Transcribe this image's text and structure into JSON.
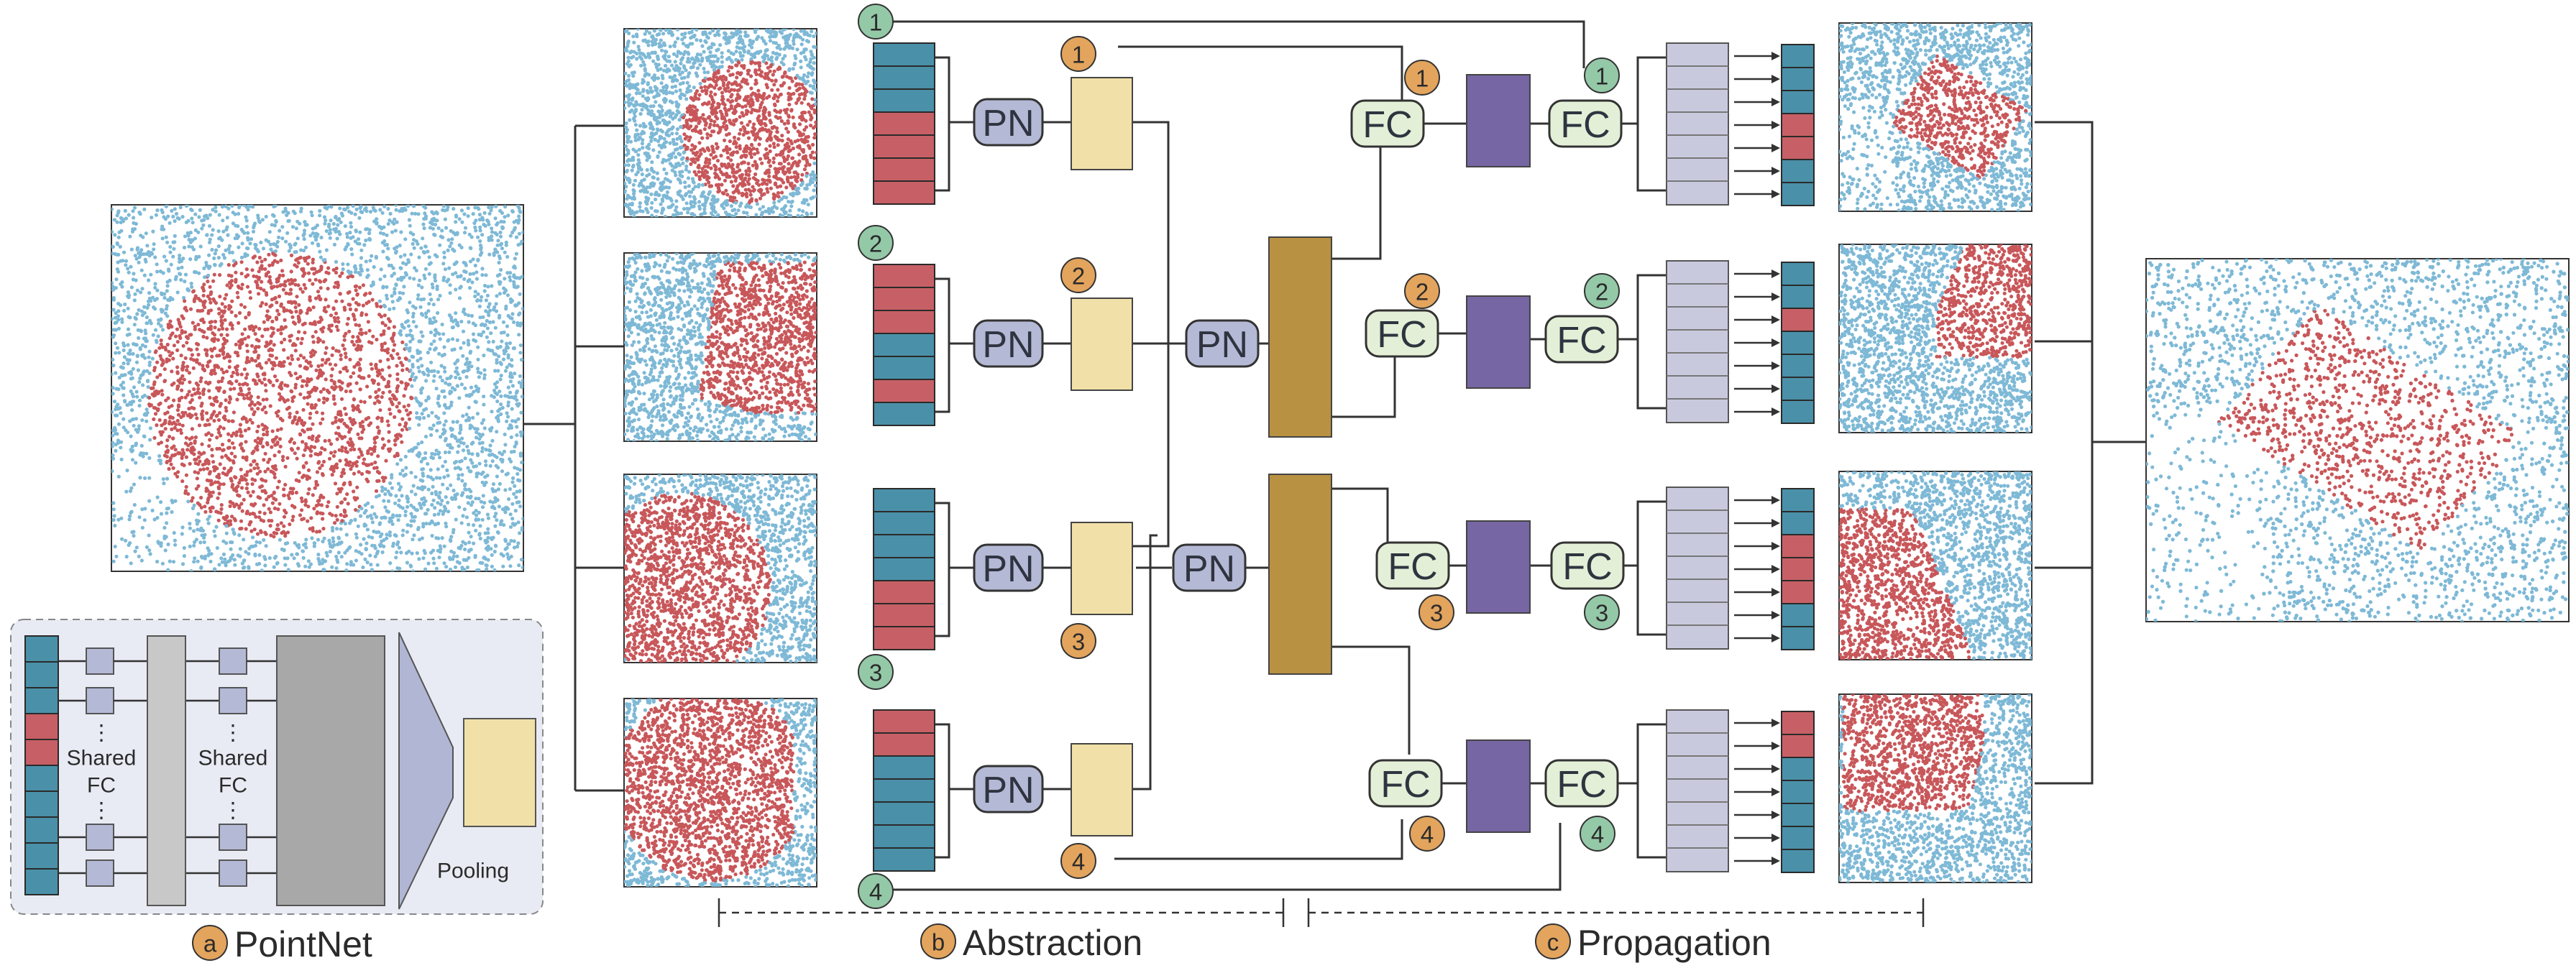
{
  "colors": {
    "inside": "#c8575a",
    "outside": "#7eb9d6",
    "cell_blue": "#4a90a8",
    "cell_red": "#c76066",
    "pn_fill": "#b4b9d6",
    "fc_fill": "#e4efd7",
    "pool_fill": "#f1e1a8",
    "global_fill": "#b89142",
    "prop_fill": "#7666a3",
    "lav_fill": "#c9c9de",
    "badge_orange": "#e3a45d",
    "badge_green": "#94c9a8",
    "panel_fill": "#e9ebf4"
  },
  "blocks": {
    "pn_label": "PN",
    "fc_label": "FC"
  },
  "badges": {
    "group1": [
      "1",
      "2",
      "3",
      "4"
    ],
    "pool": [
      "1",
      "2",
      "3",
      "4"
    ],
    "fc_first": [
      "1",
      "2",
      "3",
      "4"
    ],
    "fc_second": [
      "1",
      "2",
      "3",
      "4"
    ]
  },
  "pointnet_panel": {
    "shared_fc_1": [
      "Shared",
      "FC"
    ],
    "shared_fc_2": [
      "Shared",
      "FC"
    ],
    "pooling_label": "Pooling"
  },
  "sections": {
    "a": {
      "letter": "a",
      "label": "PointNet"
    },
    "b": {
      "letter": "b",
      "label": "Abstraction"
    },
    "c": {
      "letter": "c",
      "label": "Propagation"
    }
  },
  "sequences": {
    "abstraction": [
      [
        "b",
        "b",
        "b",
        "r",
        "r",
        "r",
        "r"
      ],
      [
        "r",
        "r",
        "r",
        "b",
        "b",
        "r",
        "b"
      ],
      [
        "b",
        "b",
        "b",
        "b",
        "r",
        "r",
        "r"
      ],
      [
        "r",
        "r",
        "b",
        "b",
        "b",
        "b",
        "b"
      ]
    ],
    "propagation": [
      [
        "b",
        "b",
        "b",
        "r",
        "r",
        "b",
        "b"
      ],
      [
        "b",
        "b",
        "r",
        "b",
        "b",
        "b",
        "b"
      ],
      [
        "b",
        "b",
        "r",
        "r",
        "r",
        "b",
        "b"
      ],
      [
        "r",
        "r",
        "b",
        "b",
        "b",
        "b",
        "b"
      ]
    ],
    "pointnet_input": [
      "b",
      "b",
      "b",
      "r",
      "r",
      "b",
      "b",
      "b",
      "b",
      "b"
    ]
  },
  "scatter_panels": {
    "input": {
      "shape": "ellipse"
    },
    "abstraction": [
      {
        "shape": "ellipse-right"
      },
      {
        "shape": "wedge"
      },
      {
        "shape": "left-blob"
      },
      {
        "shape": "full-blob"
      }
    ],
    "propagation": [
      {
        "shape": "tilted-rect"
      },
      {
        "shape": "top-right"
      },
      {
        "shape": "left-diag"
      },
      {
        "shape": "top-left"
      }
    ],
    "output": {
      "shape": "tilted-rect-large"
    }
  }
}
